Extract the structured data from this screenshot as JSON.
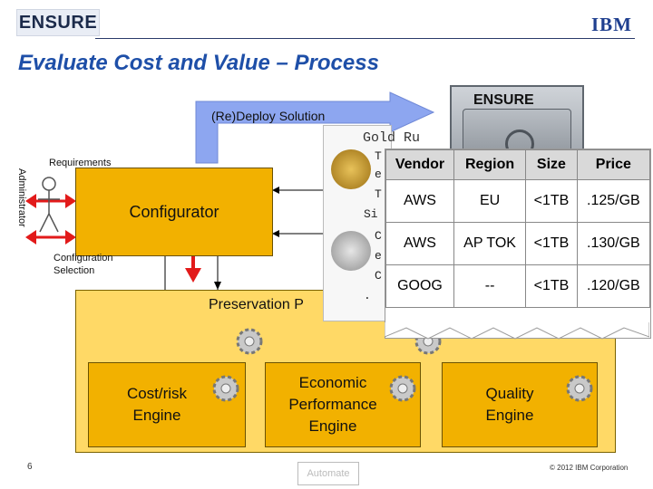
{
  "header": {
    "left_logo": "ENSURE",
    "right_logo": "IBM",
    "title": "Evaluate Cost and Value – Process"
  },
  "flow": {
    "redeploy_label": "(Re)Deploy Solution",
    "requirements_label": "Requirements",
    "administrator_label": "Administrator",
    "configurator_label": "Configurator",
    "config_selection_label_line1": "Configuration",
    "config_selection_label_line2": "Selection",
    "preservation_label": "Preservation P",
    "engines": [
      {
        "id": "cost",
        "line1": "Cost/risk",
        "line2": "Engine",
        "line3": ""
      },
      {
        "id": "econ",
        "line1": "Economic",
        "line2": "Performance",
        "line3": "Engine"
      },
      {
        "id": "quality",
        "line1": "Quality",
        "line2": "Engine",
        "line3": ""
      }
    ]
  },
  "safe": {
    "label": "ENSURE"
  },
  "gold_doc": {
    "title": "Gold Ru",
    "letters": [
      "T",
      "e",
      "T",
      "Si",
      "C",
      "e",
      "C",
      "."
    ]
  },
  "pricing": {
    "headers": [
      "Vendor",
      "Region",
      "Size",
      "Price"
    ],
    "rows": [
      [
        "AWS",
        "EU",
        "<1TB",
        ".125/GB"
      ],
      [
        "AWS",
        "AP TOK",
        "<1TB",
        ".130/GB"
      ],
      [
        "GOOG",
        "--",
        "<1TB",
        ".120/GB"
      ]
    ]
  },
  "footer": {
    "page_number": "6",
    "automate_label": "Automate",
    "copyright": "© 2012 IBM Corporation"
  },
  "colors": {
    "title_blue": "#1e4fa8",
    "box_orange": "#f2b100",
    "area_yellow": "#ffd966",
    "arrow_red": "#e21a1a",
    "arrow_blue": "#8da6f0"
  }
}
